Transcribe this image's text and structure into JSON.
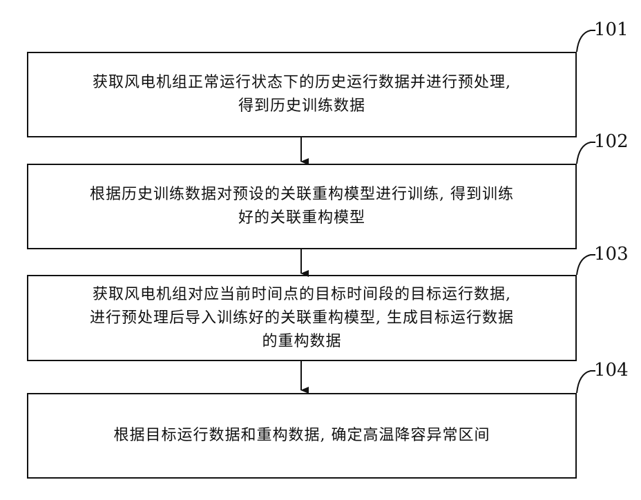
{
  "steps": [
    {
      "id": "101",
      "lines": [
        "获取风电机组正常运行状态下的历史运行数据并进行预处理,",
        "得到历史训练数据"
      ]
    },
    {
      "id": "102",
      "lines": [
        "根据历史训练数据对预设的关联重构模型进行训练, 得到训练",
        "好的关联重构模型"
      ]
    },
    {
      "id": "103",
      "lines": [
        "获取风电机组对应当前时间点的目标时间段的目标运行数据,",
        "进行预处理后导入训练好的关联重构模型, 生成目标运行数据",
        "的重构数据"
      ]
    },
    {
      "id": "104",
      "lines": [
        "根据目标运行数据和重构数据, 确定高温降容异常区间"
      ]
    }
  ]
}
